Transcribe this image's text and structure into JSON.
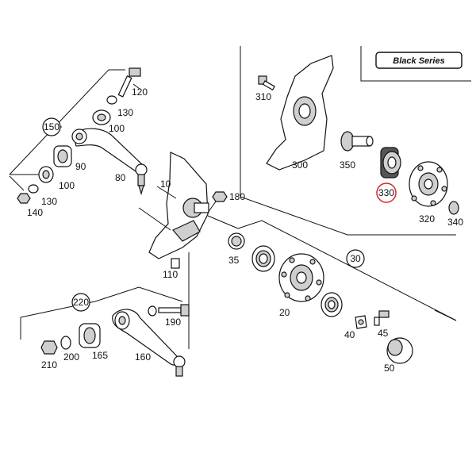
{
  "badge": {
    "text": "Black Series"
  },
  "labels": {
    "l10": "10",
    "l20": "20",
    "l30": "30",
    "l35": "35",
    "l40": "40",
    "l45": "45",
    "l50": "50",
    "l80": "80",
    "l90": "90",
    "l100a": "100",
    "l100b": "100",
    "l110": "110",
    "l120": "120",
    "l130a": "130",
    "l130b": "130",
    "l140": "140",
    "l150": "150",
    "l160": "160",
    "l165": "165",
    "l180": "180",
    "l190": "190",
    "l200": "200",
    "l210": "210",
    "l220": "220",
    "l300": "300",
    "l310": "310",
    "l320": "320",
    "l330": "330",
    "l340": "340",
    "l350": "350"
  },
  "colors": {
    "line": "#111111",
    "highlight": "#d9262e",
    "background": "#ffffff"
  }
}
